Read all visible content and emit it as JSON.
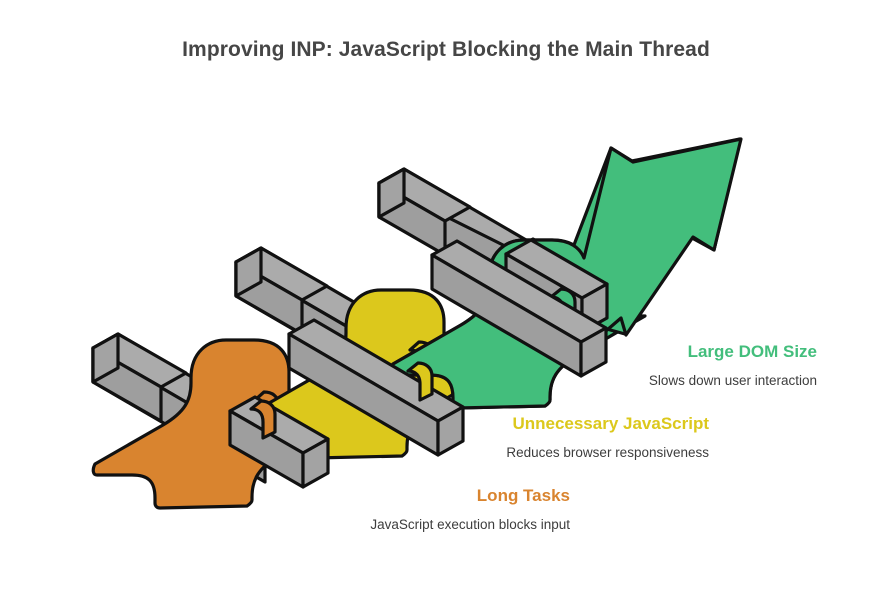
{
  "title": "Improving INP: JavaScript Blocking the Main Thread",
  "colors": {
    "orange": "#D9842F",
    "yellow": "#DCC81C",
    "green": "#43BE7C",
    "bar_top": "#ABABAB",
    "bar_front": "#9E9E9E",
    "bar_end": "#A3A3A3",
    "outline": "#111111",
    "title_text": "#464646",
    "sub_text": "#3d3d3d",
    "background": "#FFFFFF"
  },
  "diagram": {
    "type": "isometric-weaving-arrow",
    "direction": "ascending-right",
    "arrow_head": "up-right",
    "hurdle_count": 5,
    "segment_count": 3,
    "description": "An isometric ribbon arrow weaves over and under five gray bar hurdles while ascending to the upper right, colored in three segments."
  },
  "legend": {
    "items": [
      {
        "key": "large-dom-size",
        "title": "Large DOM Size",
        "subtitle": "Slows down user interaction",
        "color": "#43BE7C"
      },
      {
        "key": "unnecessary-javascript",
        "title": "Unnecessary JavaScript",
        "subtitle": "Reduces browser responsiveness",
        "color": "#DCC81C"
      },
      {
        "key": "long-tasks",
        "title": "Long Tasks",
        "subtitle": "JavaScript execution blocks input",
        "color": "#D9842F"
      }
    ]
  }
}
